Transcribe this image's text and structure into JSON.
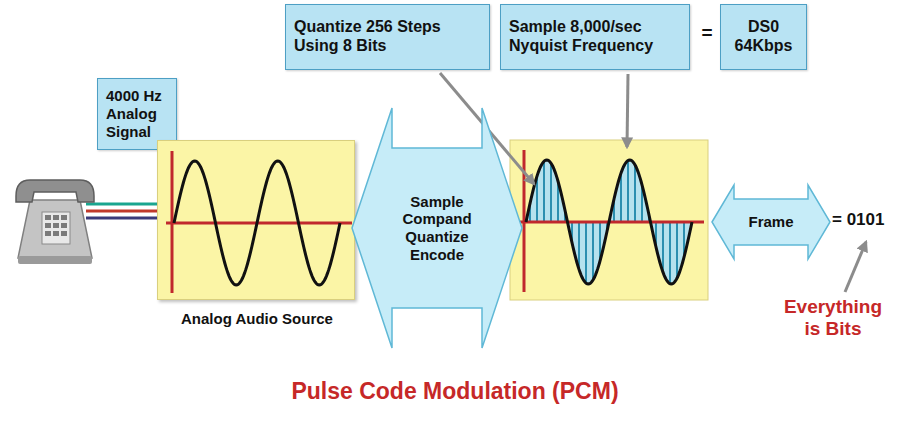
{
  "diagram": {
    "title": "Pulse Code Modulation (PCM)",
    "nodes": [
      {
        "text": [
          "Quantize 256 Steps Using 8 Bits"
        ]
      },
      {
        "text": [
          "Sample 8,000/sec Nyquist Frequency"
        ]
      },
      {
        "text": [
          "DS0 64Kbps"
        ]
      },
      {
        "text": [
          "4000 Hz Analog Signal"
        ]
      },
      {
        "text": [
          "Analog Audio Source"
        ]
      },
      {
        "text": [
          "Sample Compand Quantize Encode"
        ]
      },
      {
        "text": [
          "Frame"
        ]
      }
    ],
    "labels": [
      "=",
      "= 0101",
      "Everything is Bits"
    ]
  }
}
